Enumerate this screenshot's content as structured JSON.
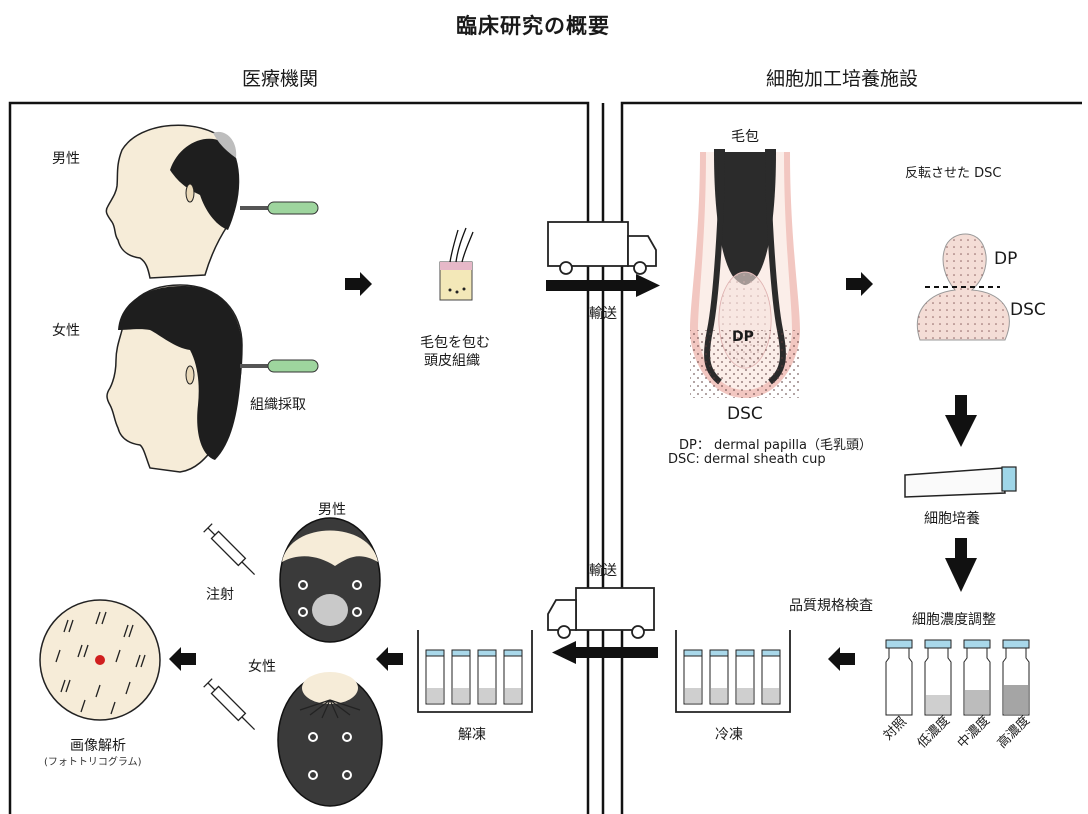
{
  "title": "臨床研究の概要",
  "sections": {
    "left": "医療機関",
    "right": "細胞加工培養施設"
  },
  "left_panel": {
    "male_label": "男性",
    "female_label": "女性",
    "tissue_collection": "組織採取",
    "scalp_tissue_line1": "毛包を包む",
    "scalp_tissue_line2": "頭皮組織",
    "inject_male_label": "男性",
    "inject_female_label": "女性",
    "injection": "注射",
    "image_analysis": "画像解析",
    "phototrichogram": "(フォトトリコグラム)",
    "thaw": "解凍"
  },
  "transport": {
    "label_top": "輸送",
    "label_bottom": "輸送"
  },
  "right_panel": {
    "follicle_label": "毛包",
    "dp_inside": "DP",
    "dsc_label": "DSC",
    "legend_dp": "DP： dermal papilla（毛乳頭）",
    "legend_dsc": "DSC:  dermal sheath cup",
    "inverted_dsc": "反転させた DSC",
    "inv_dp": "DP",
    "inv_dsc": "DSC",
    "cell_culture": "細胞培養",
    "quality_check": "品質規格検査",
    "concentration_adjust": "細胞濃度調整",
    "conc_levels": [
      "対照",
      "低濃度",
      "中濃度",
      "高濃度"
    ],
    "freeze": "冷凍"
  }
}
